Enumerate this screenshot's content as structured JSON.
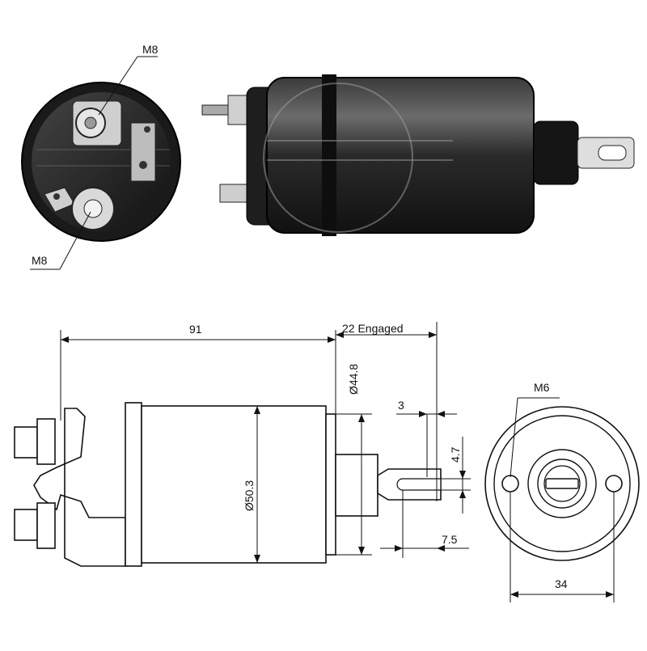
{
  "photo": {
    "end_view": {
      "terminal_top_label": "M8",
      "terminal_bottom_label": "M8"
    }
  },
  "drawing": {
    "side_view": {
      "length_label": "91",
      "stroke_label": "22 Engaged",
      "plunger_diameter_label": "Ø44.8",
      "body_diameter_label": "Ø50.3",
      "slot_width_label": "3",
      "slot_height_label": "4.7",
      "hole_offset_label": "7.5"
    },
    "end_view": {
      "thread_label": "M6",
      "hole_spacing_label": "34"
    }
  },
  "colors": {
    "line": "#111111",
    "body_dark": "#1c1c1c",
    "background": "#ffffff"
  }
}
